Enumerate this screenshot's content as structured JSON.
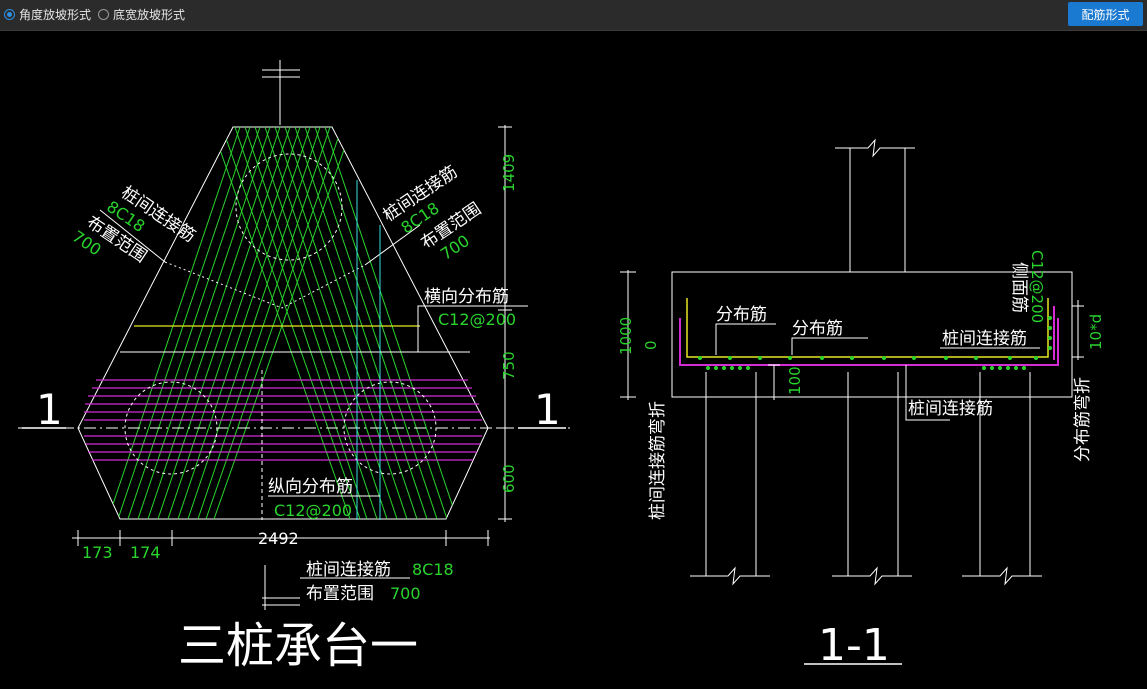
{
  "toolbar": {
    "options": [
      {
        "label": "角度放坡形式",
        "selected": true
      },
      {
        "label": "底宽放坡形式",
        "selected": false
      }
    ],
    "action_button": "配筋形式"
  },
  "colors": {
    "rebar_green": "#29d42d",
    "text_white": "#ffffff",
    "magenta": "#d42bd4",
    "yellow": "#e8e823",
    "cyan": "#38e1e1",
    "accent": "#1a79d0"
  },
  "plan": {
    "title": "三桩承台一",
    "section_mark": "1",
    "label_left_1": "桩间连接筋",
    "label_left_2": "8C18",
    "label_left_3": "布置范围",
    "label_left_4": "700",
    "label_right_1": "桩间连接筋",
    "label_right_2": "8C18",
    "label_right_3": "布置范围",
    "label_right_4": "700",
    "transverse_label": "横向分布筋",
    "transverse_spec": "C12@200",
    "longitudinal_label": "纵向分布筋",
    "longitudinal_spec": "C12@200",
    "dim_1409": "1409",
    "dim_750": "750",
    "dim_600": "600",
    "dim_173": "173",
    "dim_174": "174",
    "dim_2492": "2492",
    "bottom_label_1": "桩间连接筋",
    "bottom_label_1_spec": "8C18",
    "bottom_label_2": "布置范围",
    "bottom_label_2_spec": "700"
  },
  "section": {
    "title": "1-1",
    "dim_1000": "1000",
    "dim_0": "0",
    "dim_100": "100",
    "dim_10d": "10*d",
    "label_dist1": "分布筋",
    "label_dist2": "分布筋",
    "label_side": "侧面筋",
    "label_side_spec": "C12@200",
    "label_pile_conn": "桩间连接筋",
    "label_pile_conn_bottom": "桩间连接筋",
    "label_pile_bend": "桩间连接筋弯折",
    "label_dist_bend": "分布筋弯折"
  }
}
